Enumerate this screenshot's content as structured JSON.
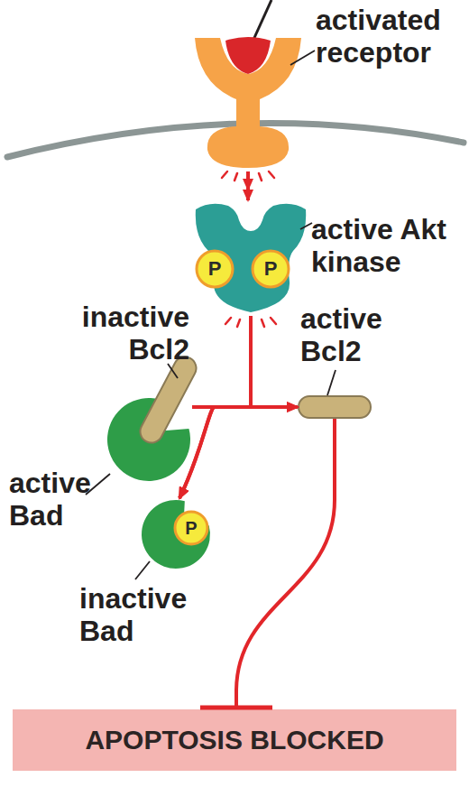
{
  "diagram": {
    "nodes": [
      {
        "text": [
          "activated receptor"
        ]
      },
      {
        "text": [
          "active Akt kinase"
        ]
      },
      {
        "text": [
          "P"
        ],
        "in": 1
      },
      {
        "text": [
          "P"
        ],
        "in": 1
      },
      {
        "text": [
          "inactive Bcl2"
        ]
      },
      {
        "text": [
          "active Bcl2"
        ]
      },
      {
        "text": [
          "active Bad"
        ]
      },
      {
        "text": [
          "inactive Bad"
        ]
      },
      {
        "text": [
          "P"
        ],
        "in": 7
      },
      {
        "text": [
          "APOPTOSIS BLOCKED"
        ]
      }
    ],
    "edges": [
      {
        "from": 0,
        "to": 1,
        "arrow": "to"
      },
      {
        "from": 1,
        "to": 5,
        "arrow": "to"
      },
      {
        "from": 1,
        "to": 7,
        "arrow": "to"
      },
      {
        "from": 4,
        "to": 5,
        "arrow": "to"
      },
      {
        "from": 6,
        "to": 7,
        "arrow": "to"
      },
      {
        "from": 5,
        "to": 9,
        "arrow": "to"
      }
    ]
  }
}
